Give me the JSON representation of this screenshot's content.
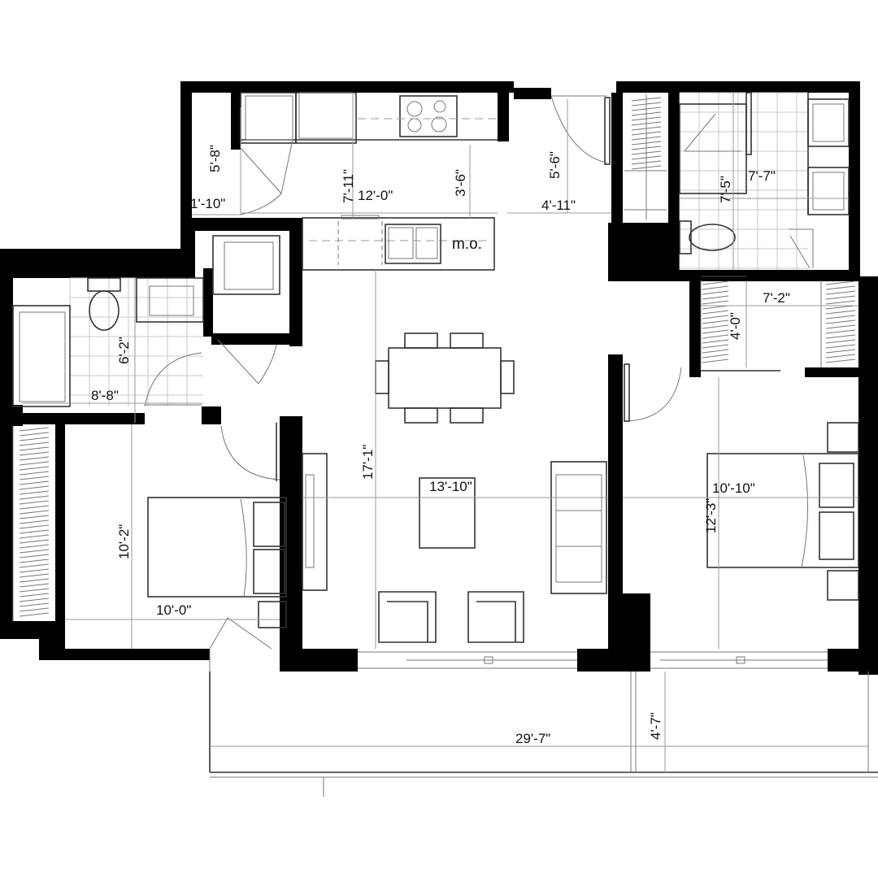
{
  "dimensions": {
    "laundry_width": "1'-10\"",
    "laundry_depth": "5'-8\"",
    "kitchen_depth": "7'-11\"",
    "kitchen_width": "12'-0\"",
    "kitchen_aisle": "3'-6\"",
    "foyer_depth": "5'-6\"",
    "foyer_width": "4'-11\"",
    "ensuite_depth": "7'-5\"",
    "ensuite_width": "7'-7\"",
    "closet_depth": "4'-0\"",
    "closet_width": "7'-2\"",
    "bath_depth": "6'-2\"",
    "bath_width": "8'-8\"",
    "living_depth": "17'-1\"",
    "living_width": "13'-10\"",
    "bedroom2_depth": "10'-2\"",
    "bedroom2_width": "10'-0\"",
    "master_depth": "12'-3\"",
    "master_width": "10'-10\"",
    "balcony_width": "29'-7\"",
    "balcony_depth": "4'-7\""
  },
  "labels": {
    "microwave": "m.o."
  }
}
